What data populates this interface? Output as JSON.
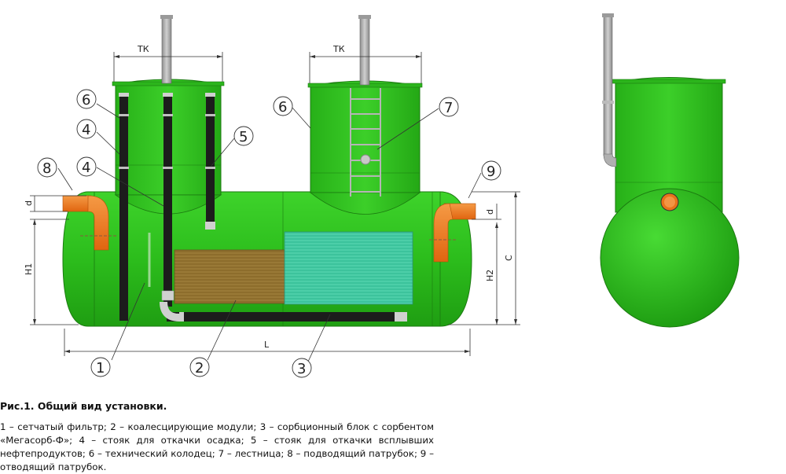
{
  "figure": {
    "title": "Рис.1. Общий вид установки.",
    "legend": "1 – сетчатый фильтр; 2 – коалесцирующие модули; 3 – сорбционный блок с сорбентом «Мегасорб-Ф»; 4 – стояк для откачки осадка; 5 – стояк для откачки всплывших нефтепродуктов; 6 – технический колодец; 7 – лестница; 8 – подводящий патрубок; 9 – отводящий патрубок."
  },
  "dimensions": {
    "tk_left": "ТК",
    "tk_right": "ТК",
    "d_left": "d",
    "d_right": "d",
    "h1": "H1",
    "h2": "H2",
    "c": "C",
    "l": "L"
  },
  "callouts": {
    "c1": "1",
    "c2": "2",
    "c3": "3",
    "c4a": "4",
    "c4b": "4",
    "c5": "5",
    "c6a": "6",
    "c6b": "6",
    "c7": "7",
    "c8": "8",
    "c9": "9"
  },
  "colors": {
    "tank_green": "#2fc21f",
    "pipe_orange": "#f07a1c",
    "riser_black": "#1a1a1a",
    "vent_gray": "#a8a8a8",
    "coalescer_brown": "#8a6a2a",
    "sorbent_teal": "#3fbf9a"
  }
}
